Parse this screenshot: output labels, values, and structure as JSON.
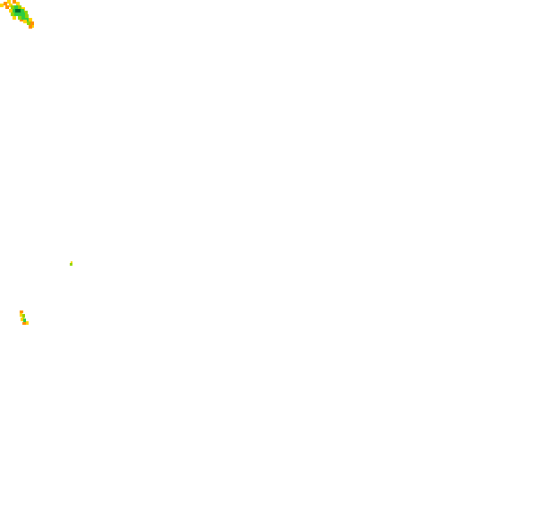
{
  "map": {
    "kind": "density-heat-tile",
    "background": "#ffffff",
    "palette": {
      "lowest": "#ff8c00",
      "low": "#ffd200",
      "medium": "#8fd400",
      "high": "#2ecc40",
      "highest": "#006d2c"
    },
    "legend_levels": [
      "lowest",
      "low",
      "medium",
      "high",
      "highest"
    ]
  }
}
